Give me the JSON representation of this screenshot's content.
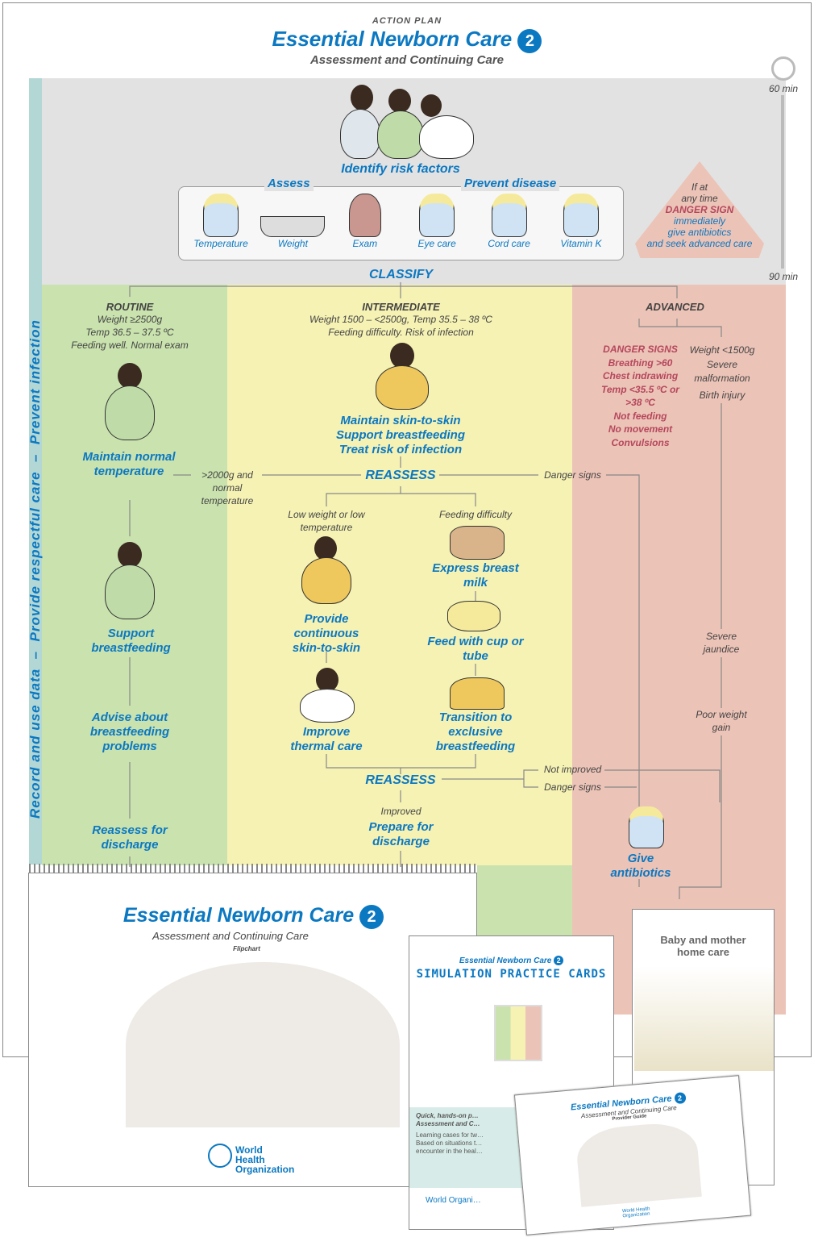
{
  "header": {
    "kicker": "ACTION PLAN",
    "title": "Essential Newborn Care",
    "badge": "2",
    "subtitle": "Assessment and Continuing Care"
  },
  "timeline": {
    "start": "60 min",
    "end": "90 min"
  },
  "side_label": "Record and use data  –  Provide respectful care  –  Prevent infection",
  "top": {
    "identify": "Identify risk factors",
    "assess": "Assess",
    "prevent": "Prevent disease",
    "steps": [
      "Temperature",
      "Weight",
      "Exam",
      "Eye care",
      "Cord care",
      "Vitamin K"
    ],
    "danger_triangle": {
      "l1": "If at",
      "l2": "any time",
      "l3": "DANGER SIGN",
      "l4": "immediately",
      "l5": "give antibiotics",
      "l6": "and seek advanced care"
    },
    "classify": "CLASSIFY"
  },
  "routine": {
    "title": "ROUTINE",
    "crit1": "Weight ≥2500g",
    "crit2": "Temp 36.5 – 37.5 ºC",
    "crit3": "Feeding well. Normal exam",
    "step1": "Maintain normal temperature",
    "step2": "Support breastfeeding",
    "step3": "Advise about breastfeeding problems",
    "step4": "Reassess for discharge"
  },
  "intermediate": {
    "title": "INTERMEDIATE",
    "crit1": "Weight 1500 – <2500g, Temp 35.5 – 38 ºC",
    "crit2": "Feeding difficulty. Risk of infection",
    "actions": "Maintain skin-to-skin\nSupport breastfeeding\nTreat risk of  infection",
    "reassess": "REASSESS",
    "to_routine": ">2000g and normal temperature",
    "danger": "Danger signs",
    "branch_low": "Low weight or low temperature",
    "branch_feed": "Feeding difficulty",
    "low1": "Provide continuous skin-to-skin",
    "low2": "Improve thermal care",
    "feed1": "Express breast milk",
    "feed2": "Feed with cup or tube",
    "feed3": "Transition to exclusive breastfeeding",
    "reassess2": "REASSESS",
    "not_improved": "Not improved",
    "danger2": "Danger signs",
    "improved": "Improved",
    "discharge": "Prepare for discharge"
  },
  "advanced": {
    "title": "ADVANCED",
    "danger_signs": [
      "DANGER SIGNS",
      "Breathing >60",
      "Chest indrawing",
      "Temp <35.5 ºC or >38 ºC",
      "Not feeding",
      "No movement",
      "Convulsions"
    ],
    "other": [
      "Weight <1500g",
      "Severe malformation",
      "Birth injury"
    ],
    "jaundice": "Severe jaundice",
    "poor_weight": "Poor weight gain",
    "give": "Give antibiotics"
  },
  "materials": {
    "flipchart": {
      "title": "Essential Newborn Care",
      "badge": "2",
      "subtitle": "Assessment and Continuing Care",
      "type": "Flipchart",
      "org": "World Health Organization"
    },
    "sim": {
      "title": "Essential Newborn Care",
      "badge": "2",
      "heading": "SIMULATION PRACTICE CARDS",
      "blurb": "Quick, hands-on p… Assessment and C…",
      "b1": "Learning cases for tw…",
      "b2": "Based on situations t… encounter in the heal…",
      "org": "World Organi…"
    },
    "home": {
      "title": "Baby and mother home care"
    },
    "guide": {
      "title": "Essential Newborn Care",
      "badge": "2",
      "subtitle": "Assessment and Continuing Care",
      "type": "Provider Guide",
      "org": "World Health Organization"
    }
  }
}
